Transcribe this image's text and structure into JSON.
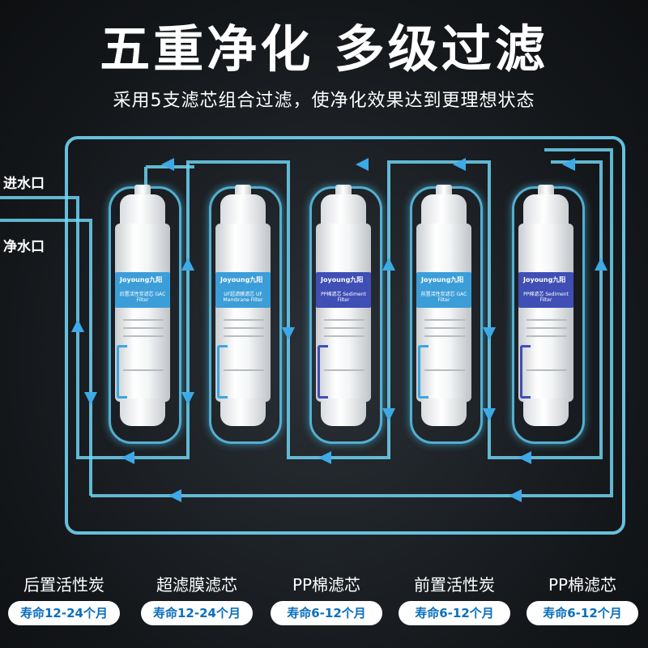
{
  "header": {
    "title": "五重净化  多级过滤",
    "subtitle": "采用5支滤芯组合过滤，使净化效果达到更理想状态"
  },
  "ports": {
    "inlet": "进水口",
    "outlet": "净水口"
  },
  "colors": {
    "pipe": "#6fd3f2",
    "arrow": "#3da9e6",
    "label_blue": "#3c9ed8",
    "label_indigo": "#3f4fb5",
    "life_text": "#0c6fbd"
  },
  "filters": [
    {
      "name": "后置活性炭",
      "life": "寿命12-24个月",
      "brand": "Joyoung九阳",
      "label_text": "后置活性炭滤芯 GAC Filter",
      "label_color": "#3c9ed8"
    },
    {
      "name": "超滤膜滤芯",
      "life": "寿命12-24个月",
      "brand": "Joyoung九阳",
      "label_text": "UF超滤膜滤芯 UF Membrane Filter",
      "label_color": "#3c9ed8"
    },
    {
      "name": "PP棉滤芯",
      "life": "寿命6-12个月",
      "brand": "Joyoung九阳",
      "label_text": "PP棉滤芯 Sediment Filter",
      "label_color": "#3f4fb5"
    },
    {
      "name": "前置活性炭",
      "life": "寿命6-12个月",
      "brand": "Joyoung九阳",
      "label_text": "前置活性炭滤芯 GAC Filter",
      "label_color": "#3c9ed8"
    },
    {
      "name": "PP棉滤芯",
      "life": "寿命6-12个月",
      "brand": "Joyoung九阳",
      "label_text": "PP棉滤芯 Sediment Filter",
      "label_color": "#3f4fb5"
    }
  ]
}
